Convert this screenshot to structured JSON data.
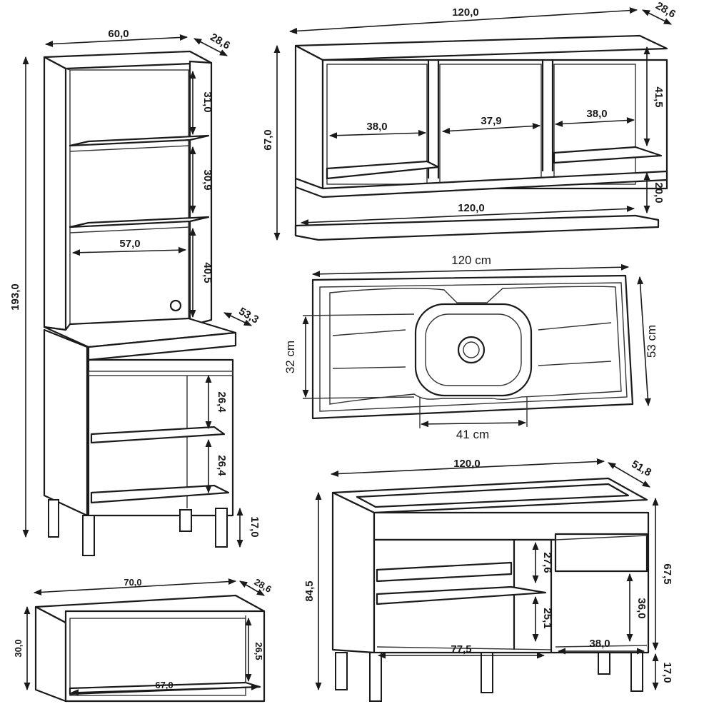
{
  "tall_unit": {
    "width": "60,0",
    "depth": "28,6",
    "height": "193,0",
    "shelf_1": "31,0",
    "shelf_2": "30,9",
    "inner_width": "57,0",
    "shelf_3": "40,5",
    "counter_depth": "53,3",
    "lower_1": "26,4",
    "lower_2": "26,4",
    "legs": "17,0"
  },
  "wall_unit": {
    "width": "120,0",
    "depth": "28,6",
    "height": "67,0",
    "niche_left": "38,0",
    "niche_mid": "37,9",
    "niche_right": "38,0",
    "niche_height": "41,5",
    "gap": "20,0",
    "shelf_width": "120,0"
  },
  "sink": {
    "length": "120 cm",
    "depth": "53 cm",
    "bowl_depth": "32 cm",
    "bowl_width": "41 cm"
  },
  "base_unit": {
    "width": "120,0",
    "depth": "51,8",
    "height": "84,5",
    "inner_height": "67,5",
    "upper_shelf": "27,6",
    "lower_shelf": "25,1",
    "drawer_niche": "36,0",
    "left_width": "77,5",
    "right_width": "38,0",
    "legs": "17,0"
  },
  "small_unit": {
    "width": "70,0",
    "depth": "28,6",
    "height": "30,0",
    "inner_height": "26,5",
    "inner_width": "67,0"
  }
}
